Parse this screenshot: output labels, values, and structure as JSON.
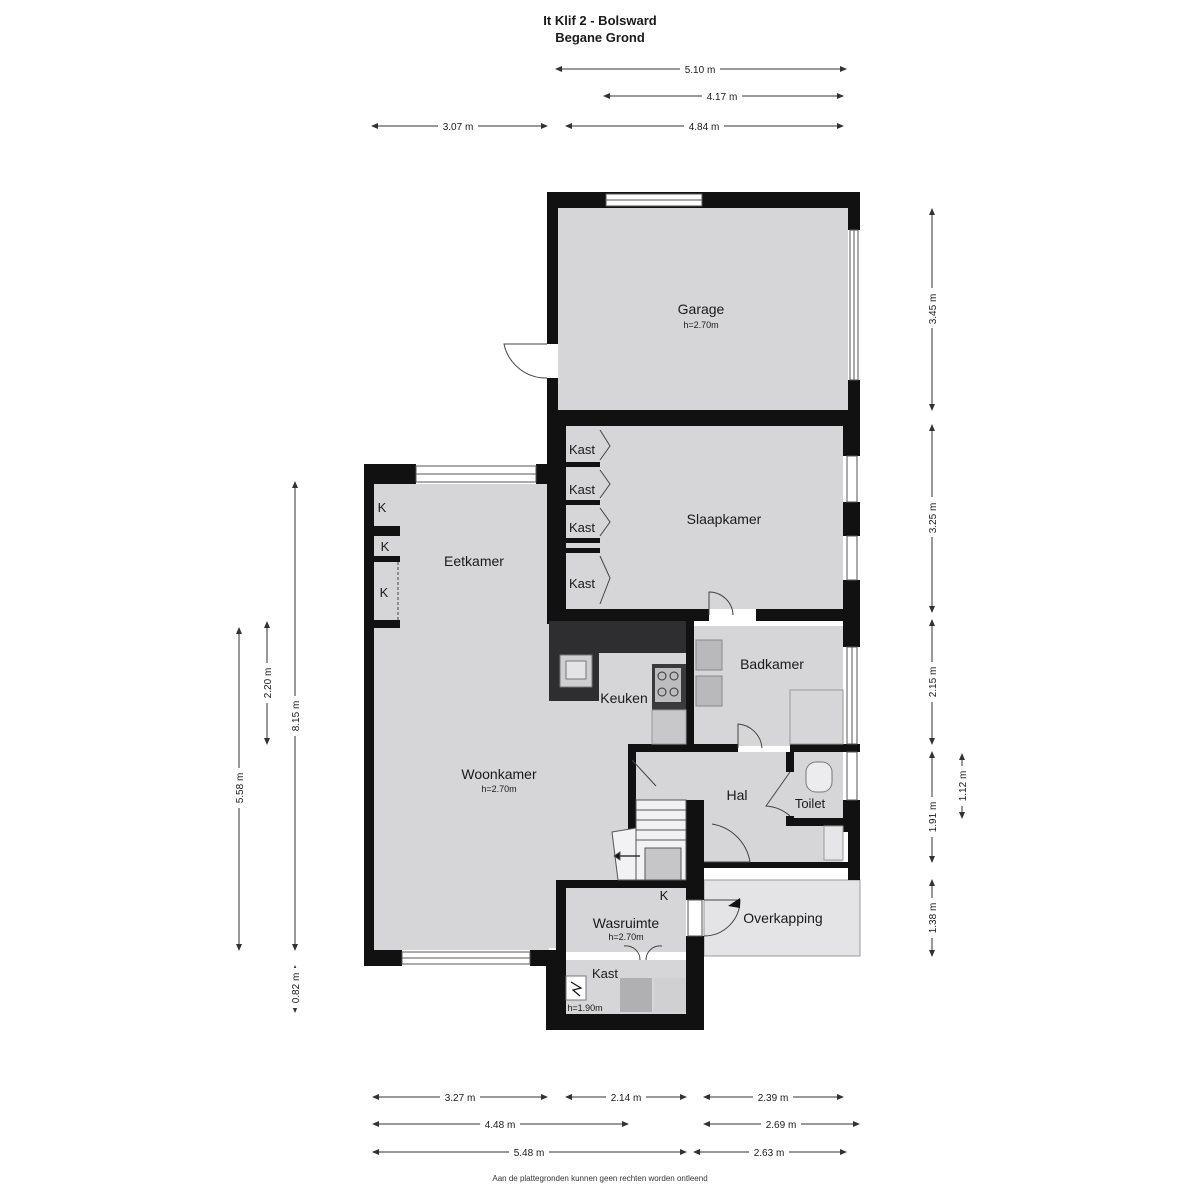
{
  "header": {
    "title": "It Klif 2 - Bolsward",
    "floor": "Begane Grond"
  },
  "footer": {
    "disclaimer": "Aan de plattegronden kunnen geen rechten worden ontleend"
  },
  "rooms": {
    "garage": {
      "name": "Garage",
      "height": "h=2.70m"
    },
    "slaapkamer": {
      "name": "Slaapkamer"
    },
    "kast1": {
      "name": "Kast"
    },
    "kast2": {
      "name": "Kast"
    },
    "kast3": {
      "name": "Kast"
    },
    "kast4": {
      "name": "Kast"
    },
    "k1": {
      "name": "K"
    },
    "k2": {
      "name": "K"
    },
    "k3": {
      "name": "K"
    },
    "eetkamer": {
      "name": "Eetkamer"
    },
    "keuken": {
      "name": "Keuken"
    },
    "badkamer": {
      "name": "Badkamer"
    },
    "woonkamer": {
      "name": "Woonkamer",
      "height": "h=2.70m"
    },
    "hal": {
      "name": "Hal"
    },
    "toilet": {
      "name": "Toilet"
    },
    "k4": {
      "name": "K"
    },
    "wasruimte": {
      "name": "Wasruimte",
      "height": "h=2.70m"
    },
    "overkapping": {
      "name": "Overkapping"
    },
    "kast5": {
      "name": "Kast",
      "height": "h=1.90m"
    }
  },
  "dimensions": {
    "top_5_10": "5.10 m",
    "top_4_17": "4.17 m",
    "top_3_07": "3.07 m",
    "top_4_84": "4.84 m",
    "right_3_45": "3.45 m",
    "right_3_25": "3.25 m",
    "right_2_15": "2.15 m",
    "right_1_91": "1.91 m",
    "right_1_12": "1.12 m",
    "right_1_38": "1.38 m",
    "left_8_15": "8.15 m",
    "left_2_20": "2.20 m",
    "left_5_58": "5.58 m",
    "left_0_82": "0.82 m",
    "bottom_3_27": "3.27 m",
    "bottom_2_14": "2.14 m",
    "bottom_2_39": "2.39 m",
    "bottom_4_48": "4.48 m",
    "bottom_2_69": "2.69 m",
    "bottom_5_48": "5.48 m",
    "bottom_2_63": "2.63 m"
  },
  "colors": {
    "wall": "#111111",
    "floor": "#d6d6d8",
    "floor_outdoor": "#e4e4e6",
    "counter": "#2e2e30",
    "dimension_line": "#333333"
  }
}
